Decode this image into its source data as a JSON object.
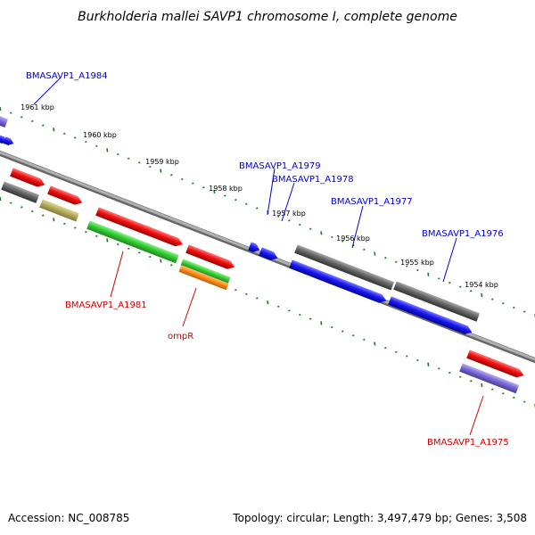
{
  "title": "Burkholderia mallei SAVP1 chromosome I, complete genome",
  "footer": {
    "accession": "Accession: NC_008785",
    "summary": "Topology: circular; Length: 3,497,479 bp; Genes: 3,508"
  },
  "ruler_ticks": [
    "1961 kbp",
    "1960 kbp",
    "1959 kbp",
    "1958 kbp",
    "1957 kbp",
    "1956 kbp",
    "1955 kbp",
    "1954 kbp"
  ],
  "gene_labels": {
    "a1984": "BMASAVP1_A1984",
    "a1979": "BMASAVP1_A1979",
    "a1978": "BMASAVP1_A1978",
    "a1977": "BMASAVP1_A1977",
    "a1976": "BMASAVP1_A1976",
    "a1981": "BMASAVP1_A1981",
    "ompr": "ompR",
    "a1975": "BMASAVP1_A1975"
  },
  "colors": {
    "backbone": "#8c8c8c",
    "tick": "#1f7a1f",
    "label_forward": "#0000cc",
    "label_reverse": "#cc0000",
    "feature_red": "#ee1111",
    "feature_gray": "#666666",
    "feature_olive": "#b5ad5a",
    "feature_green": "#33cc33",
    "feature_orange": "#ff8c1a",
    "feature_blue": "#1a1aee",
    "feature_purple": "#7a6ad6"
  }
}
